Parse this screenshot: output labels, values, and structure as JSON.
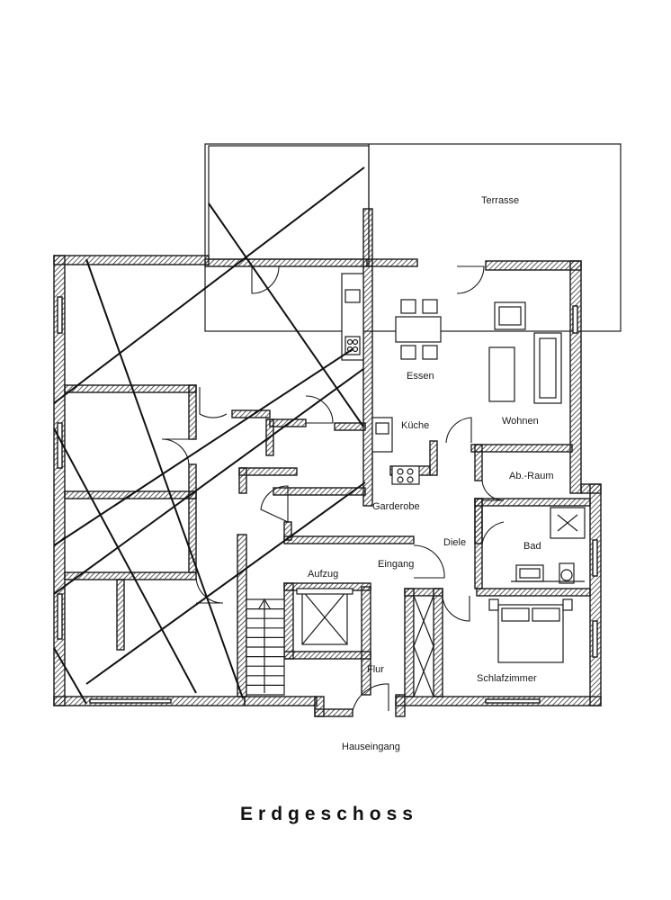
{
  "title": "Erdgeschoss",
  "rooms": {
    "terrasse": "Terrasse",
    "essen": "Essen",
    "wohnen": "Wohnen",
    "kueche": "Küche",
    "abraum": "Ab.-Raum",
    "garderobe": "Garderobe",
    "diele": "Diele",
    "bad": "Bad",
    "eingang": "Eingang",
    "aufzug": "Aufzug",
    "schlafzimmer": "Schlafzimmer",
    "flur": "Flur",
    "hauseingang": "Hauseingang"
  }
}
